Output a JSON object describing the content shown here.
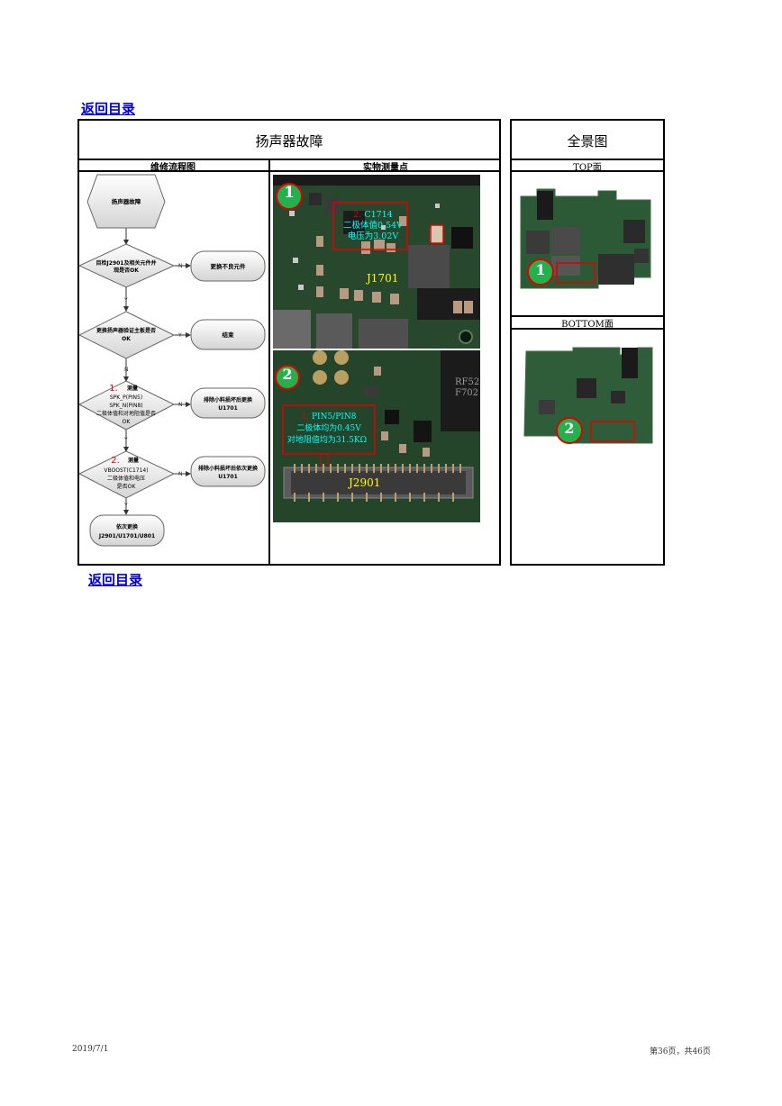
{
  "nav": {
    "back_top": "返回目录",
    "back_bottom": "返回目录"
  },
  "main": {
    "title": "扬声器故障",
    "flow_header": "维修流程图",
    "measure_header": "实物测量点"
  },
  "overview": {
    "title": "全景图",
    "top_label": "TOP面",
    "bottom_label": "BOTTOM面"
  },
  "flowchart": {
    "start": "扬声器故障",
    "d1_line1": "目检J2901及相关元件并",
    "d1_line2": "观是否OK",
    "a1": "更换不良元件",
    "d2_line1": "更换扬声器验证主板是否",
    "d2_line2": "OK",
    "a2": "结束",
    "d3_num": "1.",
    "d3_line1": "测量",
    "d3_line2": "SPK_P(PIN5)",
    "d3_line3": "SPK_N(PIN8)",
    "d3_line4": "二极体值和对地阻值是否",
    "d3_line5": "OK",
    "a3_line1": "排除小料损坏后更换",
    "a3_line2": "U1701",
    "d4_num": "2.",
    "d4_line1": "测量",
    "d4_line2": "VBOOST(C1714)",
    "d4_line3": "二极体值和电压",
    "d4_line4": "是否OK",
    "a4_line1": "排除小料损坏后依次更换",
    "a4_line2": "U1701",
    "end_line1": "依次更换",
    "end_line2": "J2901/U1701/U801",
    "n": "N",
    "y": "Y"
  },
  "photo1": {
    "badge": "1",
    "ann_num": "2.",
    "ann_line1": "C1714",
    "ann_line2": "二极体值0.54V",
    "ann_line3": "电压为3.02V",
    "chip": "J1701"
  },
  "photo2": {
    "badge": "2",
    "ann_num": "1.",
    "ann_line1": "PIN5/PIN8",
    "ann_line2": "二极体均为0.45V",
    "ann_line3": "对地阻值均为31.5KΩ",
    "chip_label": "RF52\nF702",
    "connector": "J2901"
  },
  "overview_badges": {
    "top": "1",
    "bottom": "2"
  },
  "footer": {
    "date": "2019/7/1",
    "page": "第36页，共46页"
  },
  "colors": {
    "link": "#0000cc",
    "annotation": "#00ffff",
    "label": "#ffff00",
    "badge": "#22b14c",
    "highlight": "#e00000"
  }
}
